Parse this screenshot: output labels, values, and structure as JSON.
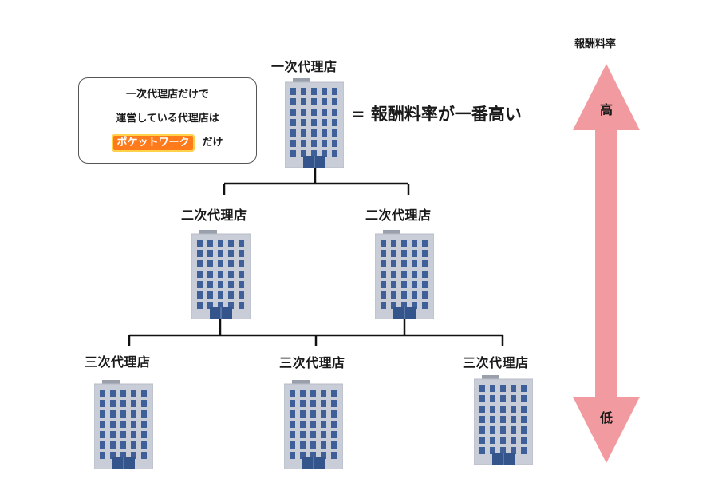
{
  "top": {
    "name": "一次代理店"
  },
  "tier2": [
    {
      "name": "二次代理店"
    },
    {
      "name": "二次代理店"
    }
  ],
  "tier3": [
    {
      "name": "三次代理店"
    },
    {
      "name": "三次代理店"
    },
    {
      "name": "三次代理店"
    }
  ],
  "callout": {
    "line1": "一次代理店だけで",
    "line2": "運営している代理店は",
    "logo_text": "ポケットワーク",
    "suffix": "だけ"
  },
  "equation": "= 報酬料率が一番高い",
  "rate_scale": {
    "title": "報酬料率",
    "high": "高",
    "low": "低",
    "arrow_color": "#f19a9f"
  },
  "icons": {
    "building": "office-building-icon"
  },
  "colors": {
    "building_body": "#c9cdd7",
    "window": "#3f5f98",
    "door": "#34558c",
    "roof": "#9aa0ab",
    "line": "#111111"
  }
}
